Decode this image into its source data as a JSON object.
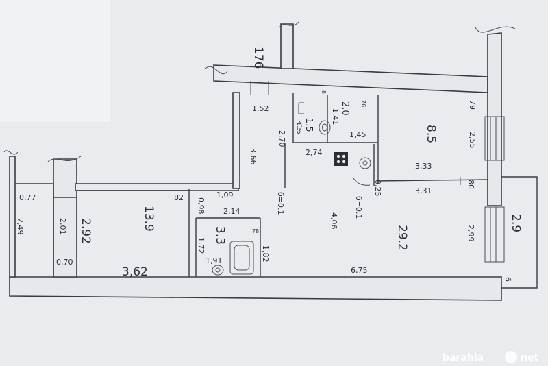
{
  "areas": {
    "room_large": "29.2",
    "room_left": "13.9",
    "room_right": "8.5",
    "bathroom": "3.3",
    "corridor": "2.0",
    "toilet": "1.5",
    "balcony": "2.9",
    "left_side": "2.92"
  },
  "dims": {
    "top_wall": "176",
    "d_1_52": "1,52",
    "d_3_66": "3,66",
    "d_2_70": "2,70",
    "d_2_74": "2,74",
    "d_1_41": "1,41",
    "d_1_45": "1,45",
    "d_76": "76",
    "d_79": "79",
    "d_2_55": "2,55",
    "d_3_33": "3,33",
    "d_3_31": "3,31",
    "d_0_25": "0,25",
    "d_80": "80",
    "d_2_99": "2,99",
    "d_6_75": "6,75",
    "d_4_06": "4,06",
    "d_b601_a": "б=0.1",
    "d_b601_b": "б=0.1",
    "d_82": "82",
    "d_1_09": "1,09",
    "d_0_98": "0,98",
    "d_2_14": "2,14",
    "d_78": "78",
    "d_1_72": "1,72",
    "d_1_91": "1,91",
    "d_1_82": "1,82",
    "d_3_62": "3,62",
    "d_0_77": "0,77",
    "d_2_49": "2,49",
    "d_2_01": "2,01",
    "d_0_70": "0,70",
    "d_1_35": "1,35",
    "d_6": "6",
    "d_8": "8"
  },
  "watermark": "barahla",
  "watermark_suffix": "net"
}
